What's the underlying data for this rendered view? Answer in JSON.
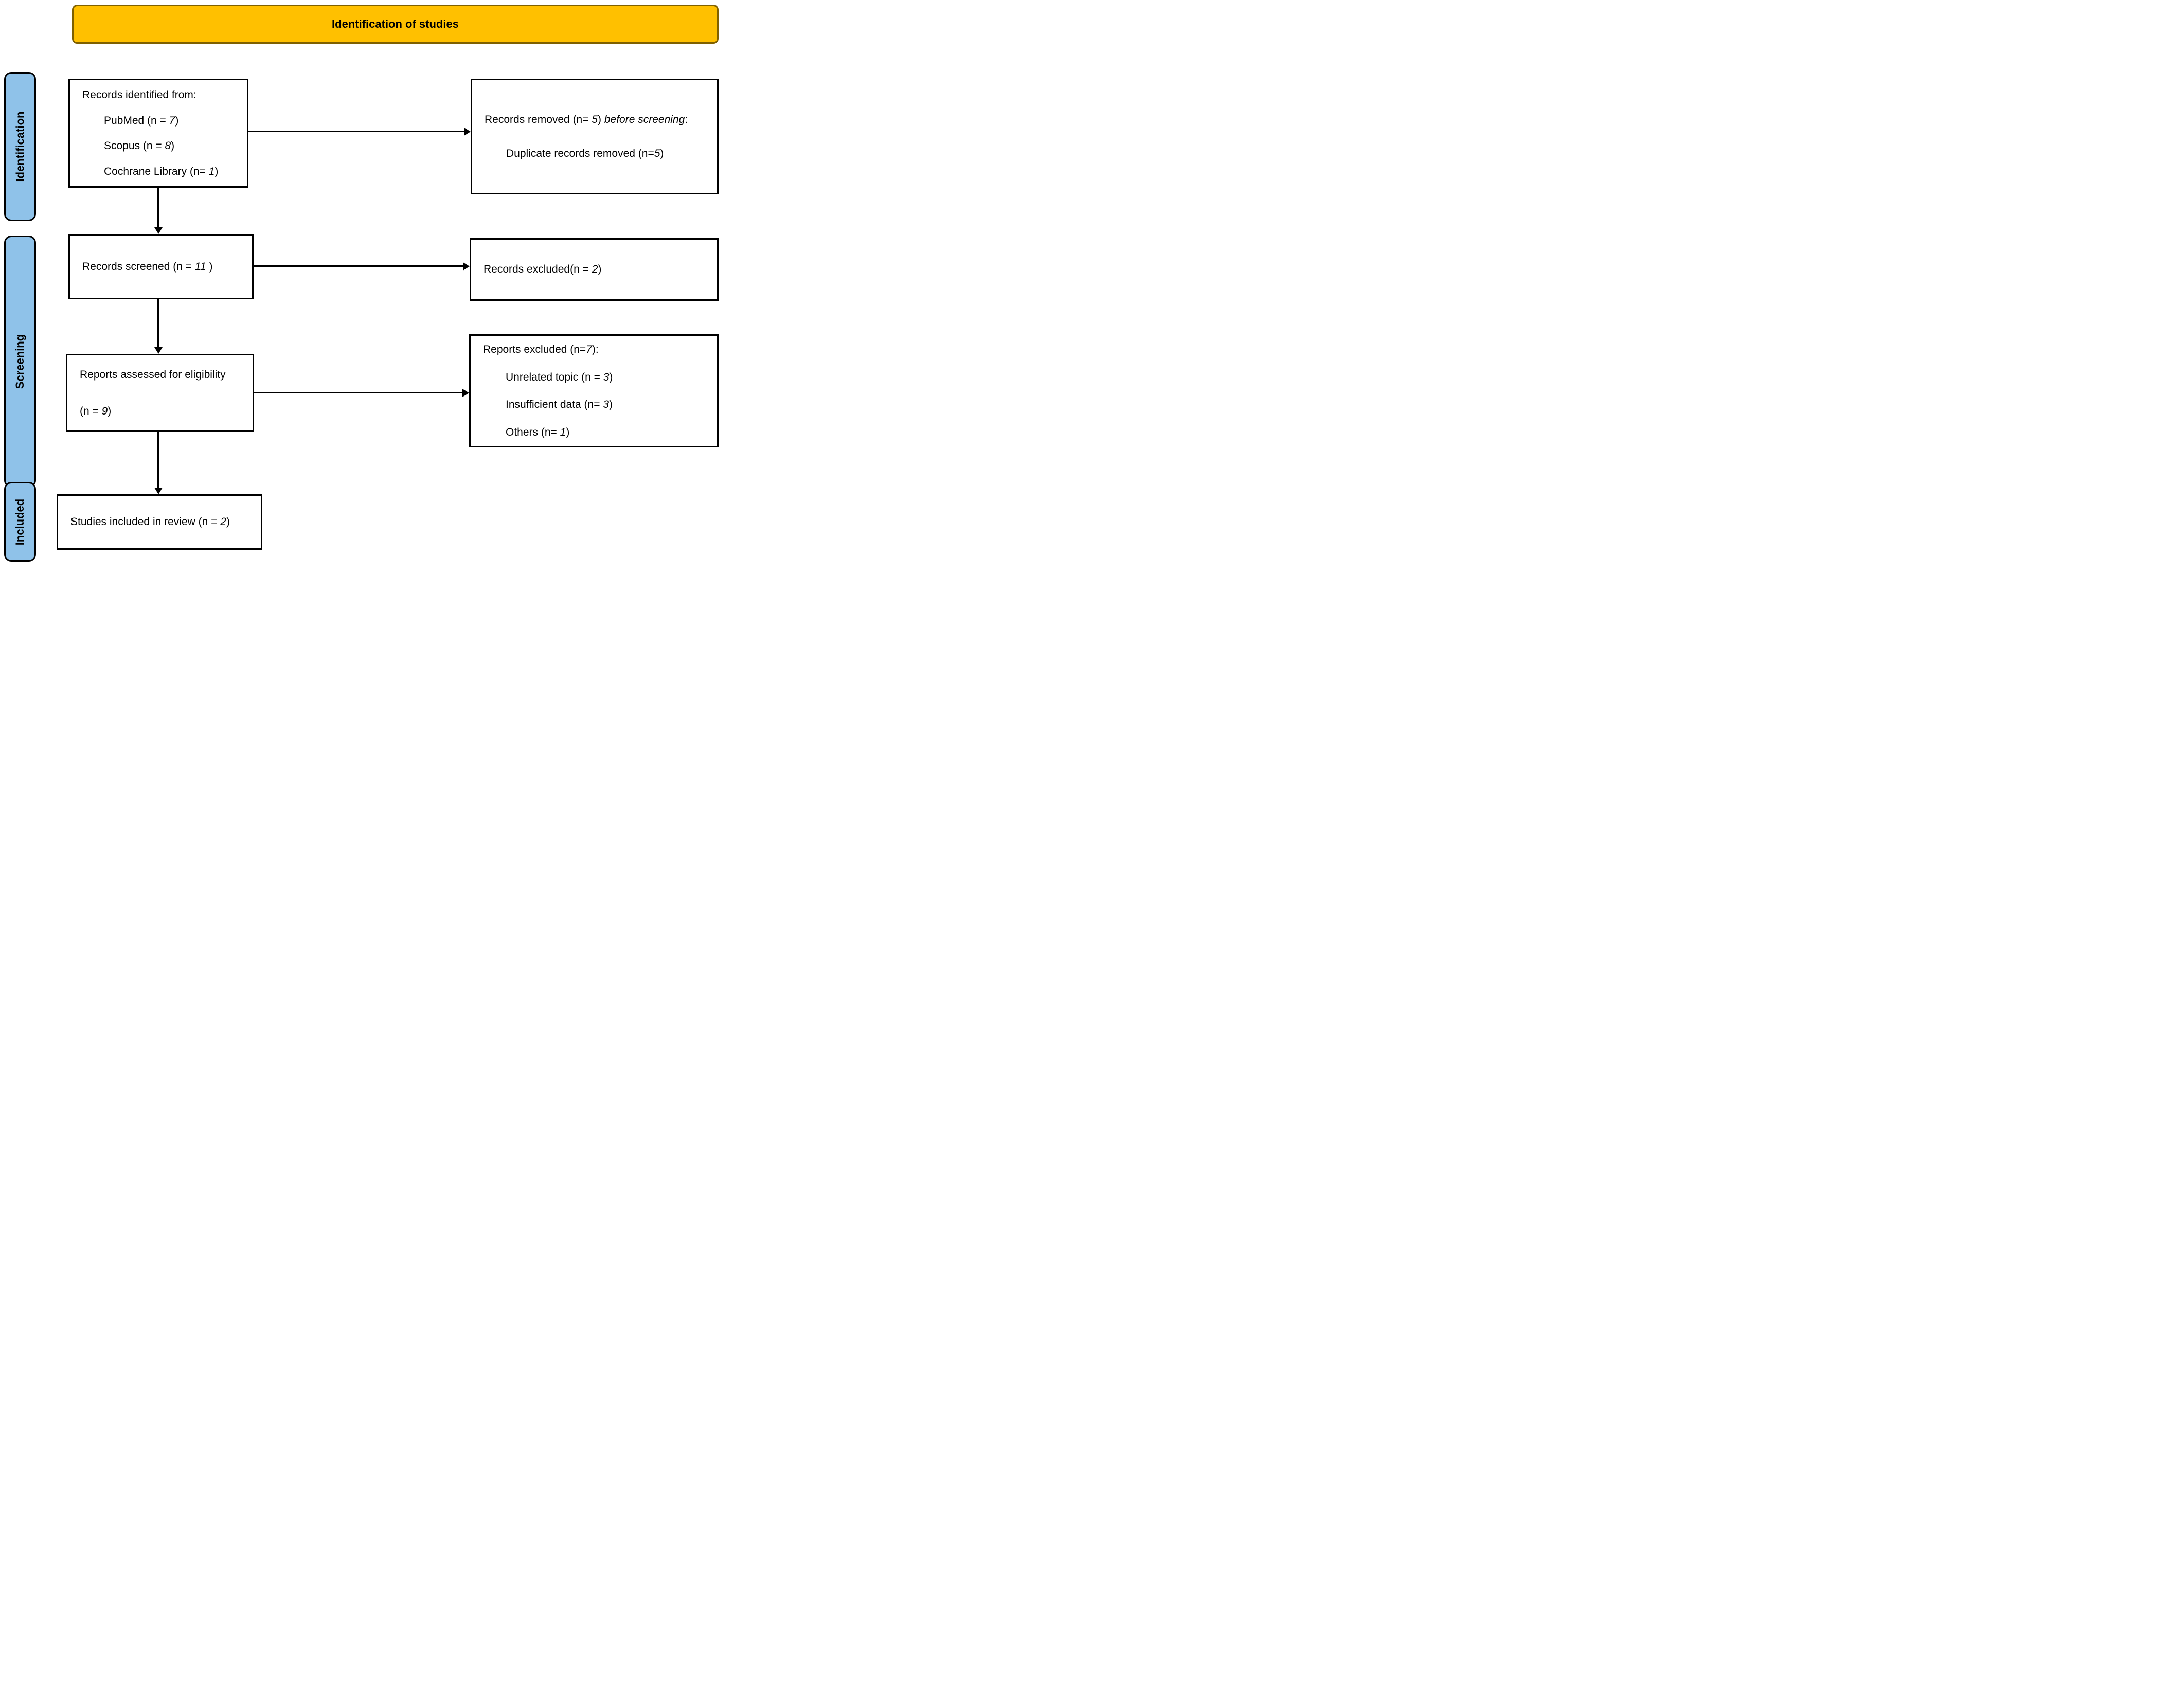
{
  "banner": {
    "title": "Identification of studies"
  },
  "sidebar": {
    "identification": "Identification",
    "screening": "Screening",
    "included": "Included"
  },
  "colors": {
    "banner_fill": "#FFC000",
    "banner_border": "#7F6000",
    "sidebar_fill": "#8FC2E9",
    "box_border": "#000000"
  },
  "boxes": {
    "records_identified": {
      "heading": "Records identified from:",
      "items": [
        {
          "pre": "PubMed (n = ",
          "num": "7",
          "post": ")"
        },
        {
          "pre": "Scopus (n = ",
          "num": "8",
          "post": ")"
        },
        {
          "pre": "Cochrane Library (n= ",
          "num": "1",
          "post": ")"
        }
      ]
    },
    "records_removed": {
      "line1": {
        "pre": "Records removed (n= ",
        "num": "5",
        "mid": ") ",
        "em": "before screening",
        "post": ":"
      },
      "line2": {
        "pre": "Duplicate records removed (n=",
        "num": "5",
        "post": ")"
      }
    },
    "records_screened": {
      "pre": "Records screened (n = ",
      "num": "11",
      "post": " )"
    },
    "records_excluded": {
      "pre": "Records excluded(n = ",
      "num": "2",
      "post": ")"
    },
    "reports_assessed": {
      "line1": "Reports assessed for eligibility",
      "line2": {
        "pre": "(n = ",
        "num": "9",
        "post": ")"
      }
    },
    "reports_excluded": {
      "heading": {
        "pre": "Reports excluded (n=",
        "num": "7",
        "post": "):"
      },
      "items": [
        {
          "pre": "Unrelated topic (n = ",
          "num": "3",
          "post": ")"
        },
        {
          "pre": "Insufficient data (n= ",
          "num": "3",
          "post": ")"
        },
        {
          "pre": "Others (n= ",
          "num": "1",
          "post": ")"
        }
      ]
    },
    "studies_included": {
      "pre": "Studies included in review (n = ",
      "num": "2",
      "post": ")"
    }
  }
}
